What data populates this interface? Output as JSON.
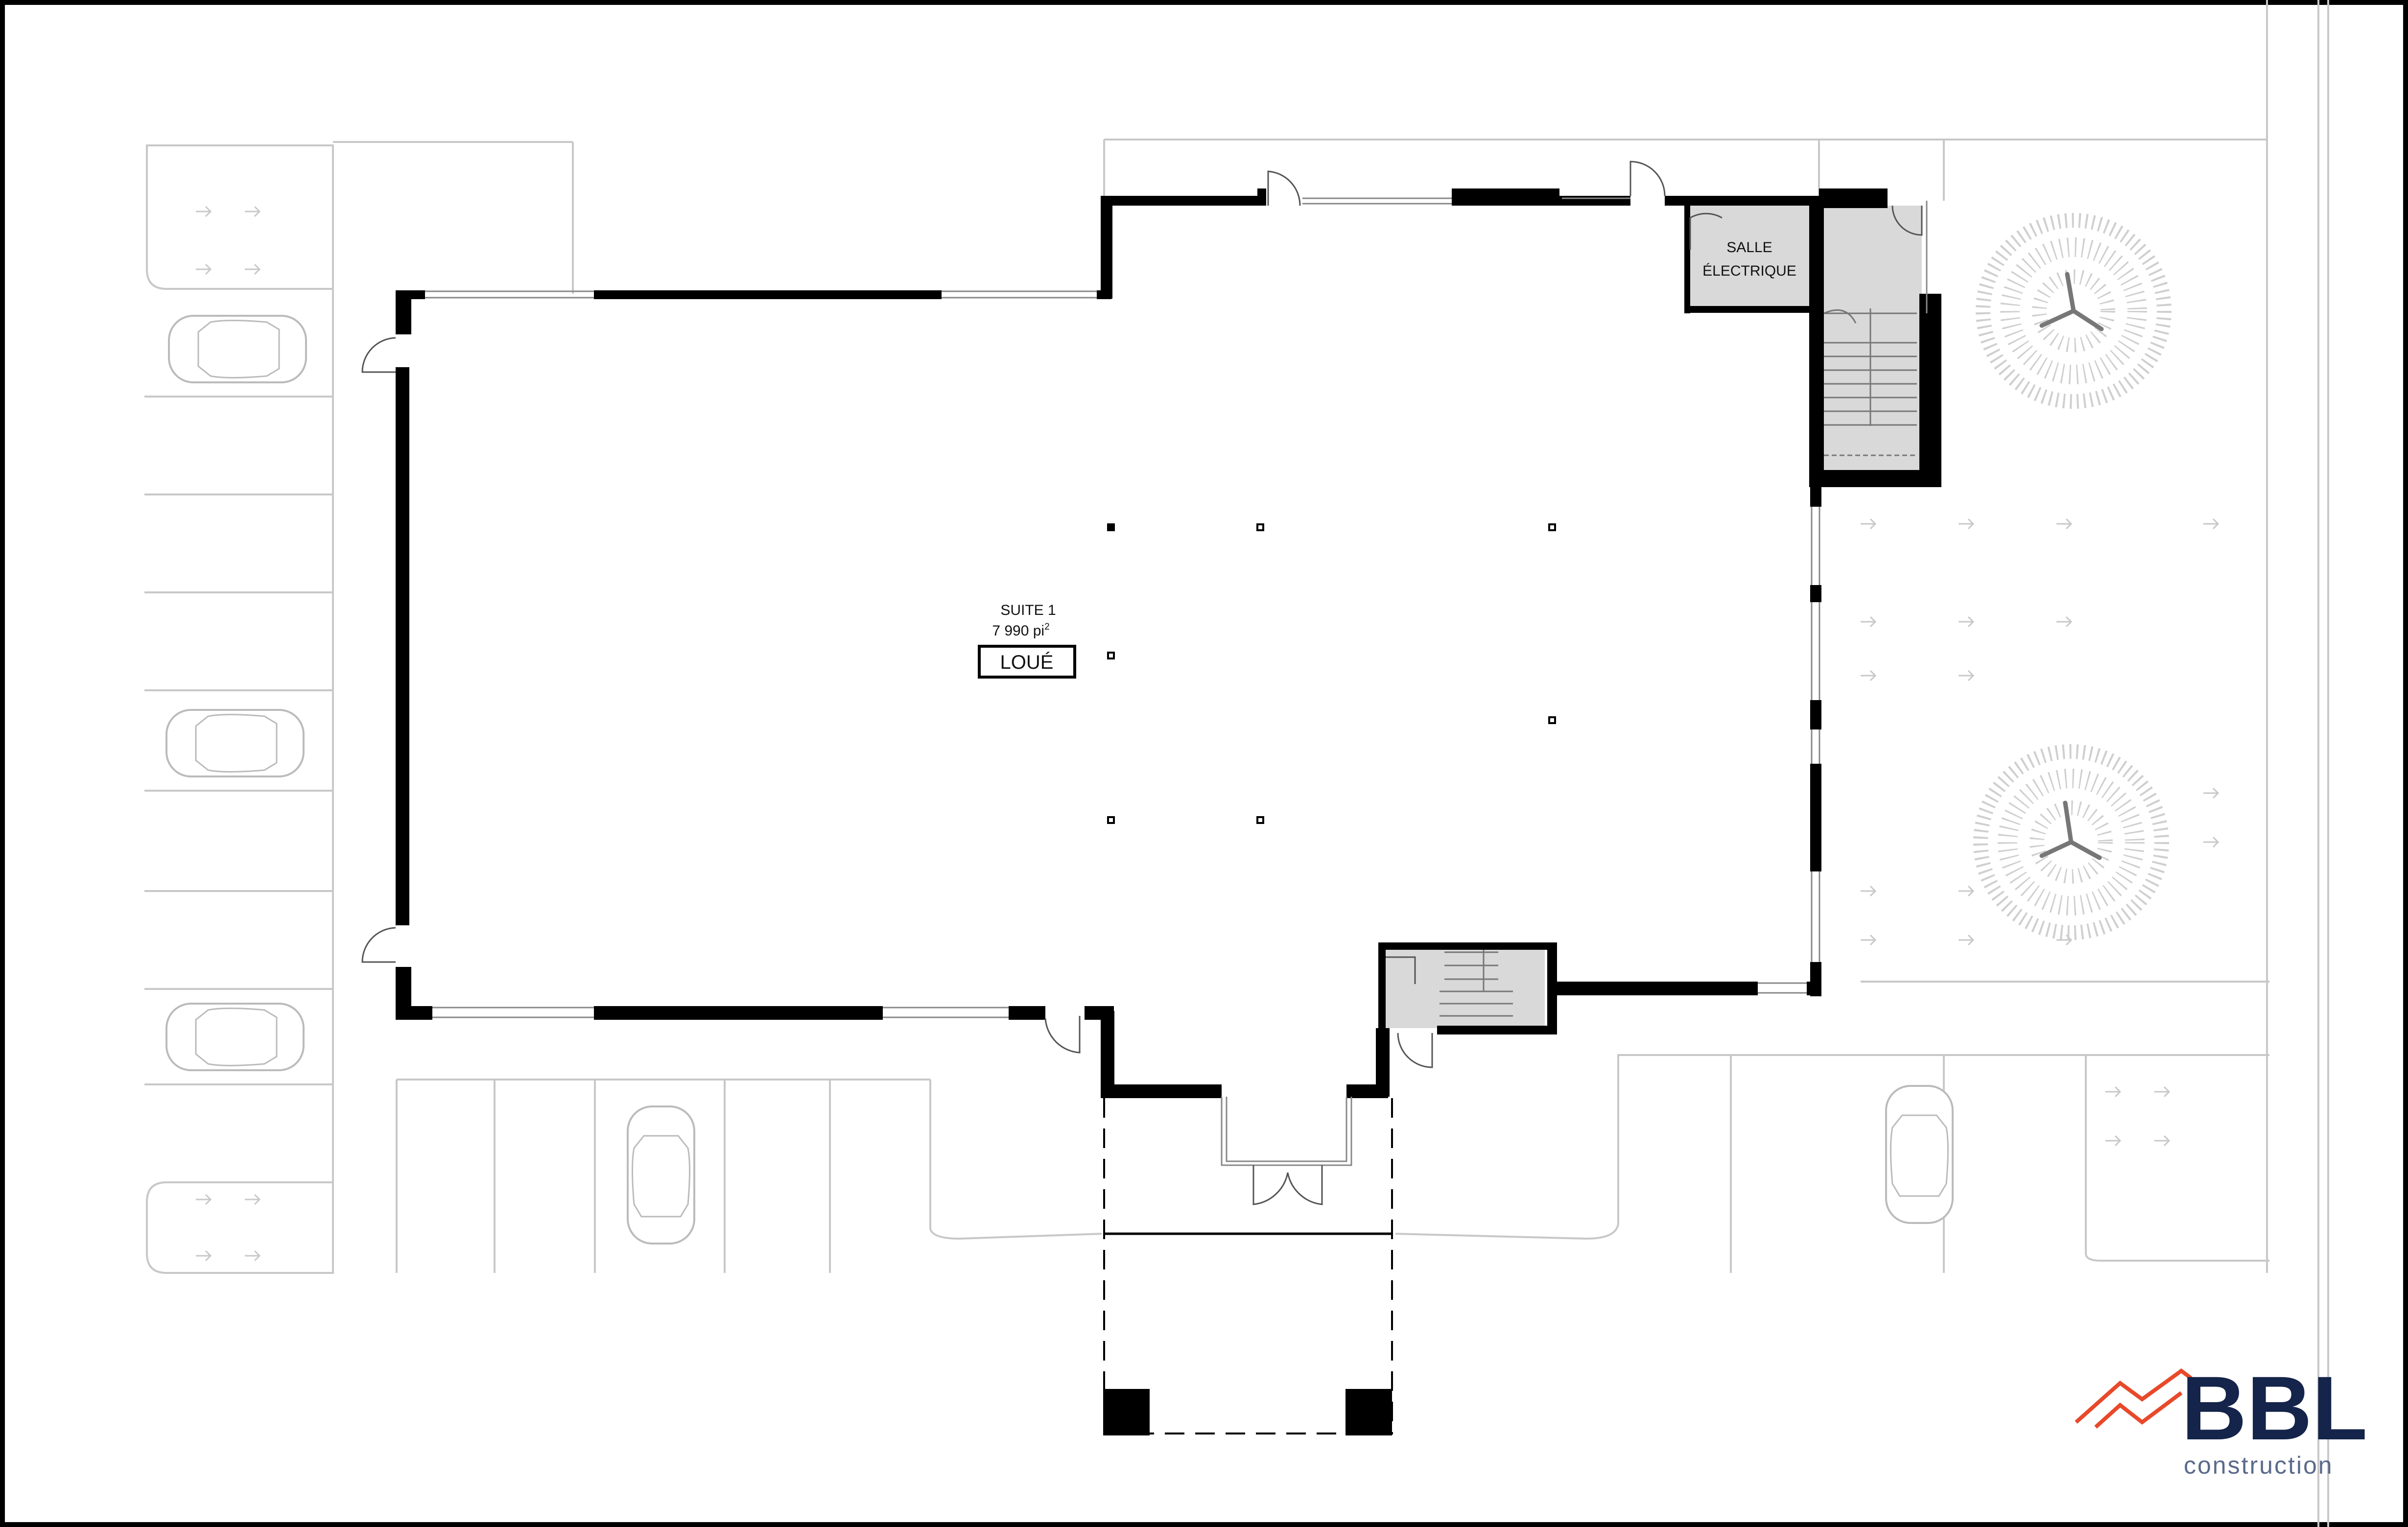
{
  "suite": {
    "name": "SUITE 1",
    "area_value": "7 990 pi",
    "area_exp": "2",
    "status": "LOUÉ"
  },
  "rooms": {
    "electrical_line1": "SALLE",
    "electrical_line2": "ÉLECTRIQUE"
  },
  "logo": {
    "wordmark": "BBL",
    "subtitle": "construction",
    "colors": {
      "navy": "#14244a",
      "orange": "#e8492b"
    }
  },
  "colors": {
    "wall": "#000000",
    "site": "#c8c8c8",
    "service": "#d9d9d9"
  }
}
